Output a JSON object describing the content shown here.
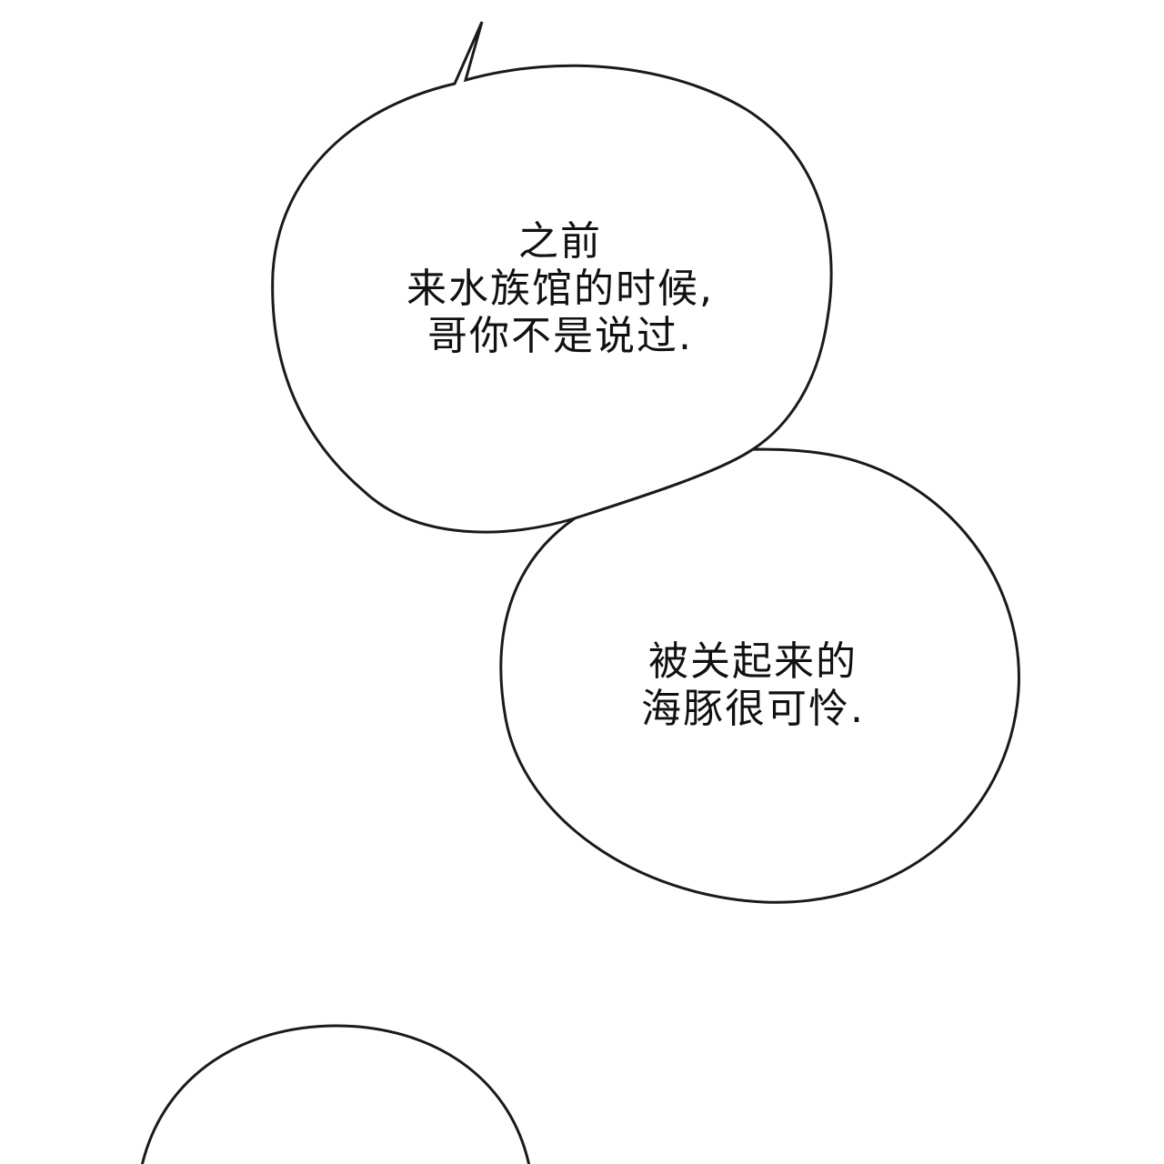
{
  "colors": {
    "background": "#ffffff",
    "outline": "#1a1a1a",
    "text": "#111111"
  },
  "bubbles": [
    {
      "lines": [
        "之前",
        "来水族馆的时候,",
        "哥你不是说过."
      ]
    },
    {
      "lines": [
        "被关起来的",
        "海豚很可怜."
      ]
    }
  ]
}
